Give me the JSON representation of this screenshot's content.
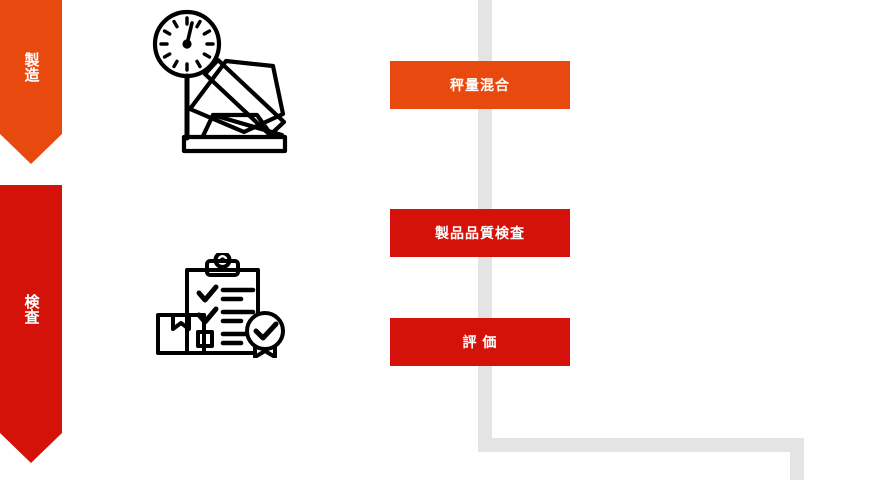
{
  "diagram": {
    "title_text": "",
    "background_color": "#ffffff",
    "colors": {
      "manufacturing_orange": "#e8490f",
      "inspection_red": "#d41209",
      "connector_gray": "#e4e4e4",
      "icon_black": "#000000",
      "label_white": "#ffffff"
    }
  },
  "stages": [
    {
      "id": "manufacturing",
      "label": "製造",
      "color": "#e8490f",
      "shape": "down-arrow-banner"
    },
    {
      "id": "inspection",
      "label": "検査",
      "color": "#d41209",
      "shape": "down-arrow-banner"
    }
  ],
  "icons": [
    {
      "id": "weighing-scale",
      "name": "weighing-scale-icon",
      "stage": "manufacturing",
      "description": "dial scale with sack on platform"
    },
    {
      "id": "quality-checklist",
      "name": "quality-checklist-icon",
      "stage": "inspection",
      "description": "clipboard checklist with box and certification badge"
    }
  ],
  "steps": [
    {
      "id": "weighing",
      "label": "秤量混合",
      "color": "#e8490f",
      "stage": "manufacturing"
    },
    {
      "id": "quality-inspection",
      "label": "製品品質検査",
      "color": "#d41209",
      "stage": "inspection"
    },
    {
      "id": "evaluation",
      "label": "評 価",
      "color": "#d41209",
      "stage": "inspection"
    }
  ],
  "connector": {
    "name": "process-flow-track",
    "color": "#e4e4e4",
    "description": "vertical track behind steps turning right at bottom"
  }
}
